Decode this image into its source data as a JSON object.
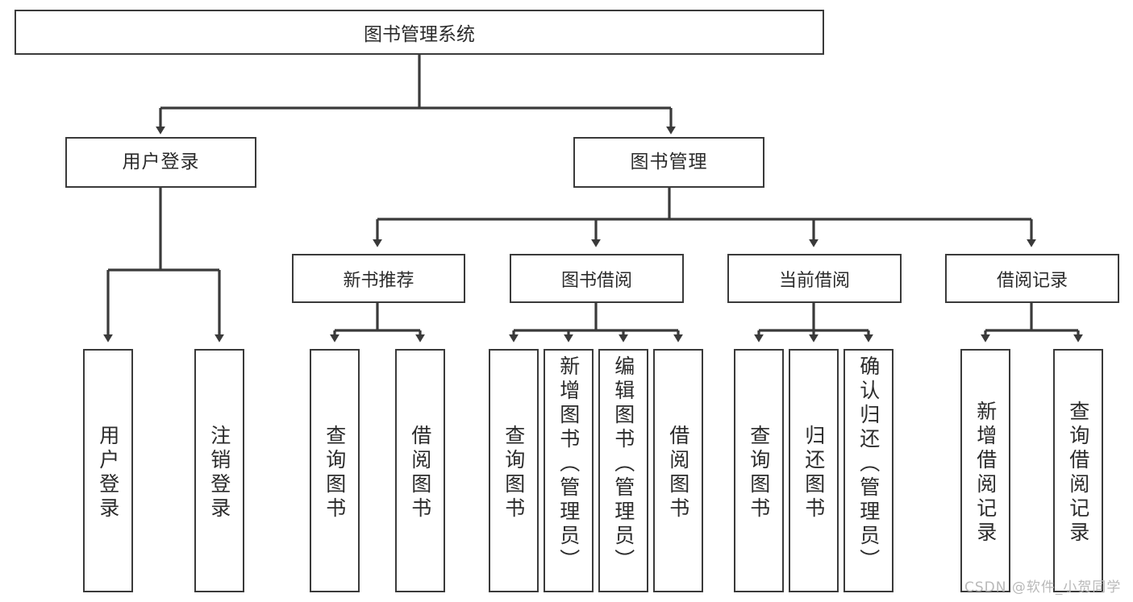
{
  "diagram": {
    "title": "图书管理系统",
    "type": "tree",
    "root": {
      "label": "图书管理系统"
    },
    "level2": [
      {
        "label": "用户登录"
      },
      {
        "label": "图书管理"
      }
    ],
    "level3": [
      {
        "label": "新书推荐"
      },
      {
        "label": "图书借阅"
      },
      {
        "label": "当前借阅"
      },
      {
        "label": "借阅记录"
      }
    ],
    "leaves": {
      "user_login": [
        {
          "label": "用户登录"
        },
        {
          "label": "注销登录"
        }
      ],
      "new_book_recommend": [
        {
          "label": "查询图书"
        },
        {
          "label": "借阅图书"
        }
      ],
      "book_borrow": [
        {
          "label": "查询图书"
        },
        {
          "label": "新增图书（管理员）"
        },
        {
          "label": "编辑图书（管理员）"
        },
        {
          "label": "借阅图书"
        }
      ],
      "current_borrow": [
        {
          "label": "查询图书"
        },
        {
          "label": "归还图书"
        },
        {
          "label": "确认归还（管理员）"
        }
      ],
      "borrow_record": [
        {
          "label": "新增借阅记录"
        },
        {
          "label": "查询借阅记录"
        }
      ]
    }
  },
  "watermark": {
    "text": "CSDN @软件_小贺同学"
  },
  "colors": {
    "box_border": "#3a3a3a",
    "box_fill": "#ffffff",
    "text": "#2b2b2b",
    "edge": "#3a3a3a",
    "watermark": "#b9b9b9",
    "background": "#ffffff"
  }
}
